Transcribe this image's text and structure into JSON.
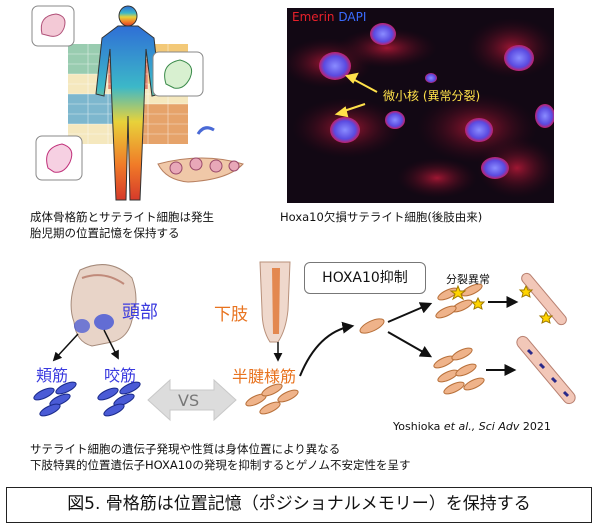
{
  "panel_top_left": {
    "caption_line1": "成体骨格筋とサテライト細胞は発生",
    "caption_line2": "胎児期の位置記憶を保持する"
  },
  "panel_top_right": {
    "legend_emerin": "Emerin",
    "legend_dapi": "DAPI",
    "annotation": "微小核 (異常分裂)",
    "caption": "Hoxa10欠損サテライト細胞(後肢由来)",
    "colors": {
      "emerin": "#e8202a",
      "dapi": "#3a6cff",
      "annotation": "#ffe14a"
    }
  },
  "panel_bottom": {
    "head_label": "頭部",
    "buccinator_label": "頬筋",
    "masseter_label": "咬筋",
    "vs_label": "VS",
    "hindlimb_label": "下肢",
    "semitendinosus_label": "半腱様筋",
    "hoxa10_box": "HOXA10抑制",
    "abnormal_division": "分裂異常",
    "citation_author": "Yoshioka ",
    "citation_etal": "et al., Sci Adv",
    "citation_year": " 2021",
    "summary_line1": "サテライト細胞の遺伝子発現や性質は身体位置により異なる",
    "summary_line2": "下肢特異的位置遺伝子HOXA10の発現を抑制するとゲノム不安定性を呈す",
    "colors": {
      "head": "#3a3adf",
      "limb": "#e8731f",
      "cell_blue": "#4a5bd6",
      "cell_orange": "#e8a77a"
    }
  },
  "footer": {
    "title": "図5. 骨格筋は位置記憶（ポジショナルメモリー）を保持する"
  }
}
